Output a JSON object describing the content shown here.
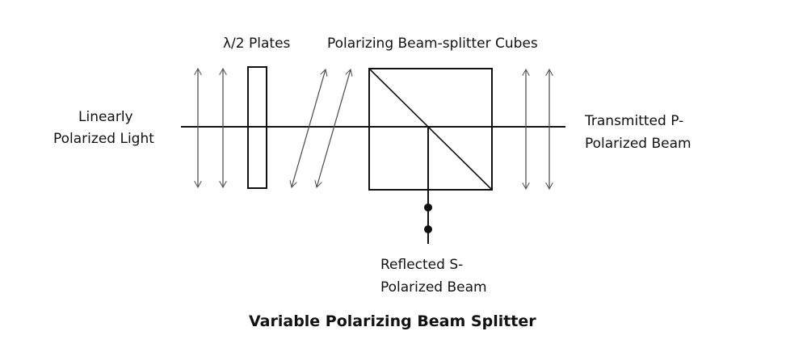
{
  "labels": {
    "plates": "λ/2 Plates",
    "cubes": "Polarizing Beam-splitter Cubes",
    "input_line1": "Linearly",
    "input_line2": "Polarized Light",
    "transmitted_line1": "Transmitted P-",
    "transmitted_line2": "Polarized Beam",
    "reflected_line1": "Reflected S-",
    "reflected_line2": "Polarized Beam"
  },
  "title": "Variable Polarizing Beam Splitter",
  "colors": {
    "line": "#111111",
    "arrow": "#555555"
  }
}
